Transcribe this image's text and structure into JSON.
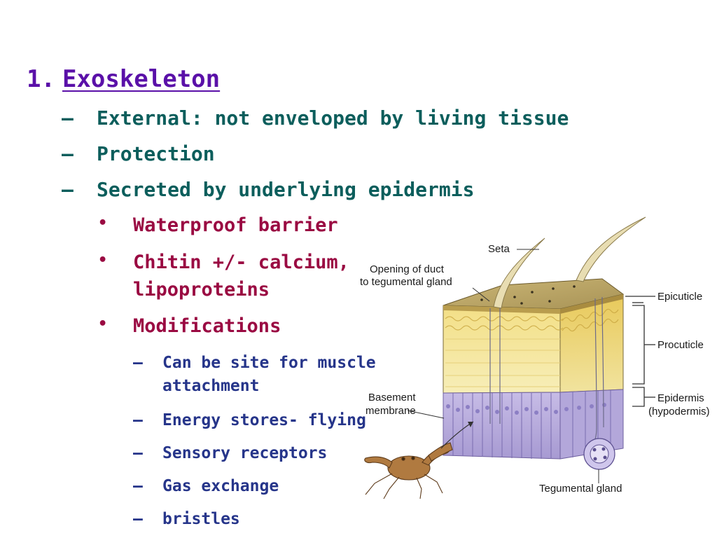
{
  "heading": {
    "number": "1.",
    "text": "Exoskeleton"
  },
  "bullets": {
    "level1": [
      "External: not enveloped by living tissue",
      "Protection",
      "Secreted by underlying epidermis"
    ],
    "level2": [
      "Waterproof barrier",
      "Chitin +/- calcium,",
      "lipoproteins",
      "Modifications"
    ],
    "level3": [
      "Can be site for muscle",
      "attachment",
      "Energy stores- flying",
      "Sensory receptors",
      "Gas exchange",
      "bristles"
    ],
    "dash": "–",
    "dot": "•"
  },
  "figure": {
    "labels": {
      "seta": "Seta",
      "duct_line1": "Opening of duct",
      "duct_line2": "to tegumental gland",
      "epicuticle": "Epicuticle",
      "procuticle": "Procuticle",
      "epidermis_line1": "Epidermis",
      "epidermis_line2": "(hypodermis)",
      "basement_line1": "Basement",
      "basement_line2": "membrane",
      "tegumental_gland": "Tegumental gland"
    },
    "colors": {
      "epicuticle": "#b8a35a",
      "procuticle": "#f1e08a",
      "epidermis": "#c9bfe4",
      "crab": "#b07a40"
    }
  }
}
